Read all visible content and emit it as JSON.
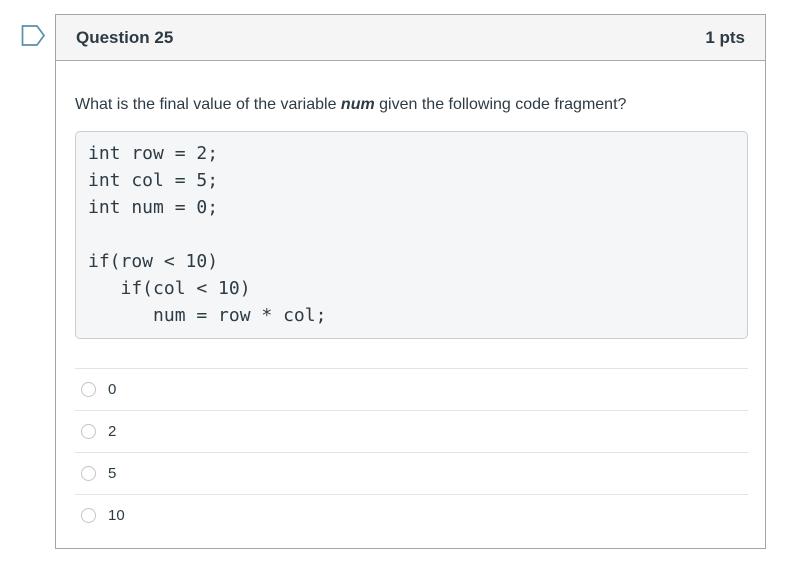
{
  "header": {
    "title": "Question 25",
    "points": "1 pts"
  },
  "prompt": {
    "before": "What is the final value of the variable ",
    "emphasis": "num",
    "after": " given the following code fragment?"
  },
  "code": "int row = 2;\nint col = 5;\nint num = 0;\n\nif(row < 10)\n   if(col < 10)\n      num = row * col;",
  "options": [
    {
      "label": "0"
    },
    {
      "label": "2"
    },
    {
      "label": "5"
    },
    {
      "label": "10"
    }
  ],
  "icons": {
    "flag": "flag-bookmark-icon"
  },
  "colors": {
    "text": "#2d3b45",
    "header_bg": "#f5f5f5",
    "card_border": "#a5a5a5",
    "code_bg": "#f5f6f7",
    "code_border": "#c9ced1",
    "divider": "#e2e4e5",
    "radio_border": "#c3c5c7",
    "flag_stroke": "#5b8fa8"
  }
}
